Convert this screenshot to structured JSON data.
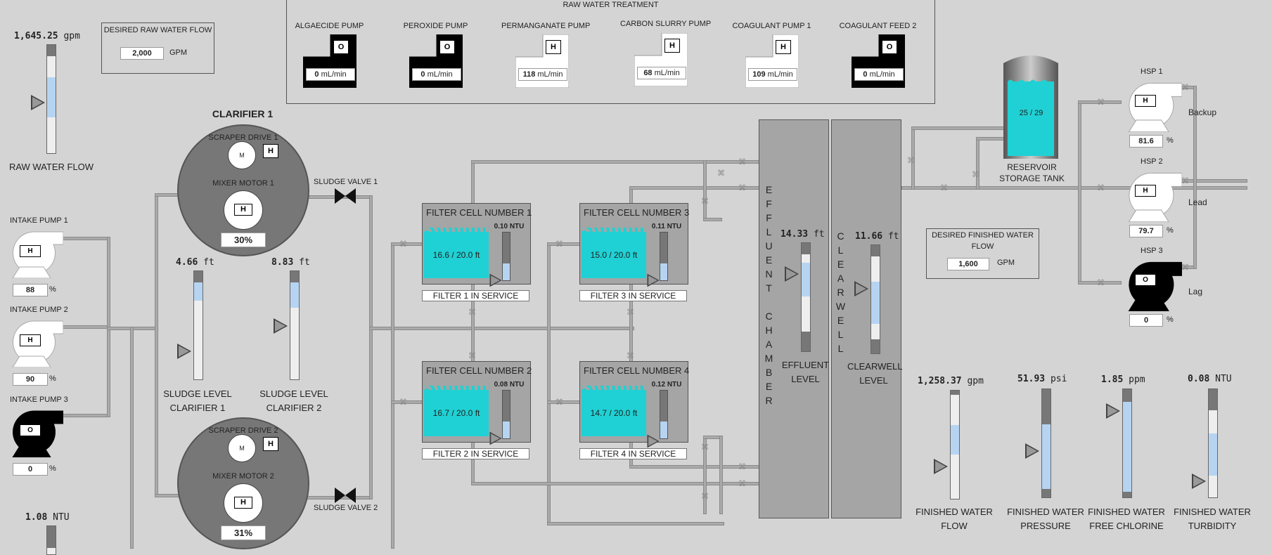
{
  "raw_water_flow": {
    "value": "1,645.25",
    "unit": "gpm",
    "label": "RAW WATER FLOW"
  },
  "desired_raw_flow": {
    "title": "DESIRED RAW WATER FLOW",
    "value": "2,000",
    "unit": "GPM"
  },
  "treatment": {
    "title": "RAW WATER TREATMENT",
    "pumps": [
      {
        "name": "ALGAECIDE PUMP",
        "mode": "O",
        "rate": "0",
        "unit": "mL/min",
        "state": "off"
      },
      {
        "name": "PEROXIDE PUMP",
        "mode": "O",
        "rate": "0",
        "unit": "mL/min",
        "state": "off"
      },
      {
        "name": "PERMANGANATE PUMP",
        "mode": "H",
        "rate": "118",
        "unit": "mL/min",
        "state": "on"
      },
      {
        "name": "CARBON SLURRY PUMP",
        "mode": "H",
        "rate": "68",
        "unit": "mL/min",
        "state": "on"
      },
      {
        "name": "COAGULANT PUMP 1",
        "mode": "H",
        "rate": "109",
        "unit": "mL/min",
        "state": "on"
      },
      {
        "name": "COAGULANT FEED 2",
        "mode": "O",
        "rate": "0",
        "unit": "mL/min",
        "state": "off"
      }
    ]
  },
  "intake_pumps": [
    {
      "name": "INTAKE PUMP 1",
      "mode": "H",
      "pct": "88",
      "unit": "%",
      "state": "on"
    },
    {
      "name": "INTAKE PUMP 2",
      "mode": "H",
      "pct": "90",
      "unit": "%",
      "state": "on"
    },
    {
      "name": "INTAKE PUMP 3",
      "mode": "O",
      "pct": "0",
      "unit": "%",
      "state": "off"
    }
  ],
  "intake_turbidity": {
    "value": "1.08",
    "unit": "NTU"
  },
  "clarifier1": {
    "title": "CLARIFIER 1",
    "scraper": "SCRAPER DRIVE 1",
    "scraper_motor": "M",
    "scraper_mode": "H",
    "mixer": "MIXER MOTOR 1",
    "mixer_mode": "H",
    "mixer_pct": "30%"
  },
  "clarifier2": {
    "scraper": "SCRAPER DRIVE 2",
    "scraper_motor": "M",
    "scraper_mode": "H",
    "mixer": "MIXER MOTOR 2",
    "mixer_mode": "H",
    "mixer_pct": "31%"
  },
  "sludge1": {
    "value": "4.66",
    "unit": "ft",
    "label1": "SLUDGE LEVEL",
    "label2": "CLARIFIER 1"
  },
  "sludge2": {
    "value": "8.83",
    "unit": "ft",
    "label1": "SLUDGE LEVEL",
    "label2": "CLARIFIER 2"
  },
  "sludge_valve1": "SLUDGE VALVE 1",
  "sludge_valve2": "SLUDGE VALVE 2",
  "filters": [
    {
      "title": "FILTER CELL NUMBER  1",
      "ntu": "0.10 NTU",
      "level": "16.6 / 20.0 ft",
      "status": "FILTER  1 IN SERVICE",
      "turbidity_fill": 0.35
    },
    {
      "title": "FILTER CELL NUMBER  3",
      "ntu": "0.11 NTU",
      "level": "15.0 / 20.0 ft",
      "status": "FILTER  3 IN SERVICE",
      "turbidity_fill": 0.35
    },
    {
      "title": "FILTER CELL NUMBER  2",
      "ntu": "0.08 NTU",
      "level": "16.7 / 20.0 ft",
      "status": "FILTER  2 IN SERVICE",
      "turbidity_fill": 0.35
    },
    {
      "title": "FILTER CELL NUMBER  4",
      "ntu": "0.12 NTU",
      "level": "14.7 / 20.0 ft",
      "status": "FILTER  4 IN SERVICE",
      "turbidity_fill": 0.35
    }
  ],
  "effluent": {
    "chamber_letters": [
      "E",
      "F",
      "F",
      "L",
      "U",
      "E",
      "N",
      "T",
      "",
      "C",
      "H",
      "A",
      "M",
      "B",
      "E",
      "R"
    ],
    "value": "14.33",
    "unit": "ft",
    "label1": "EFFLUENT",
    "label2": "LEVEL"
  },
  "clearwell": {
    "letters": [
      "C",
      "L",
      "E",
      "A",
      "R",
      "W",
      "E",
      "L",
      "L"
    ],
    "value": "11.66",
    "unit": "ft",
    "label1": "CLEARWELL",
    "label2": "LEVEL"
  },
  "reservoir": {
    "value": "25 / 29",
    "label1": "RESERVOIR",
    "label2": "STORAGE TANK"
  },
  "hsp": [
    {
      "name": "HSP 1",
      "mode": "H",
      "pct": "81.6",
      "unit": "%",
      "role": "Backup",
      "state": "on"
    },
    {
      "name": "HSP 2",
      "mode": "H",
      "pct": "79.7",
      "unit": "%",
      "role": "Lead",
      "state": "on"
    },
    {
      "name": "HSP 3",
      "mode": "O",
      "pct": "0",
      "unit": "%",
      "role": "Lag",
      "state": "off"
    }
  ],
  "desired_finished_flow": {
    "title1": "DESIRED FINISHED WATER",
    "title2": "FLOW",
    "value": "1,600",
    "unit": "GPM"
  },
  "finished": [
    {
      "value": "1,258.37",
      "unit": "gpm",
      "label1": "FINISHED WATER",
      "label2": "FLOW"
    },
    {
      "value": "51.93",
      "unit": "psi",
      "label1": "FINISHED WATER",
      "label2": "PRESSURE"
    },
    {
      "value": "1.85",
      "unit": "ppm",
      "label1": "FINISHED WATER",
      "label2": "FREE CHLORINE"
    },
    {
      "value": "0.08",
      "unit": "NTU",
      "label1": "FINISHED WATER",
      "label2": "TURBIDITY"
    }
  ],
  "colors": {
    "background": "#d4d4d4",
    "water": "#1fd1d4",
    "level_blue": "#b6d4f2",
    "vessel": "#a5a5a5"
  }
}
